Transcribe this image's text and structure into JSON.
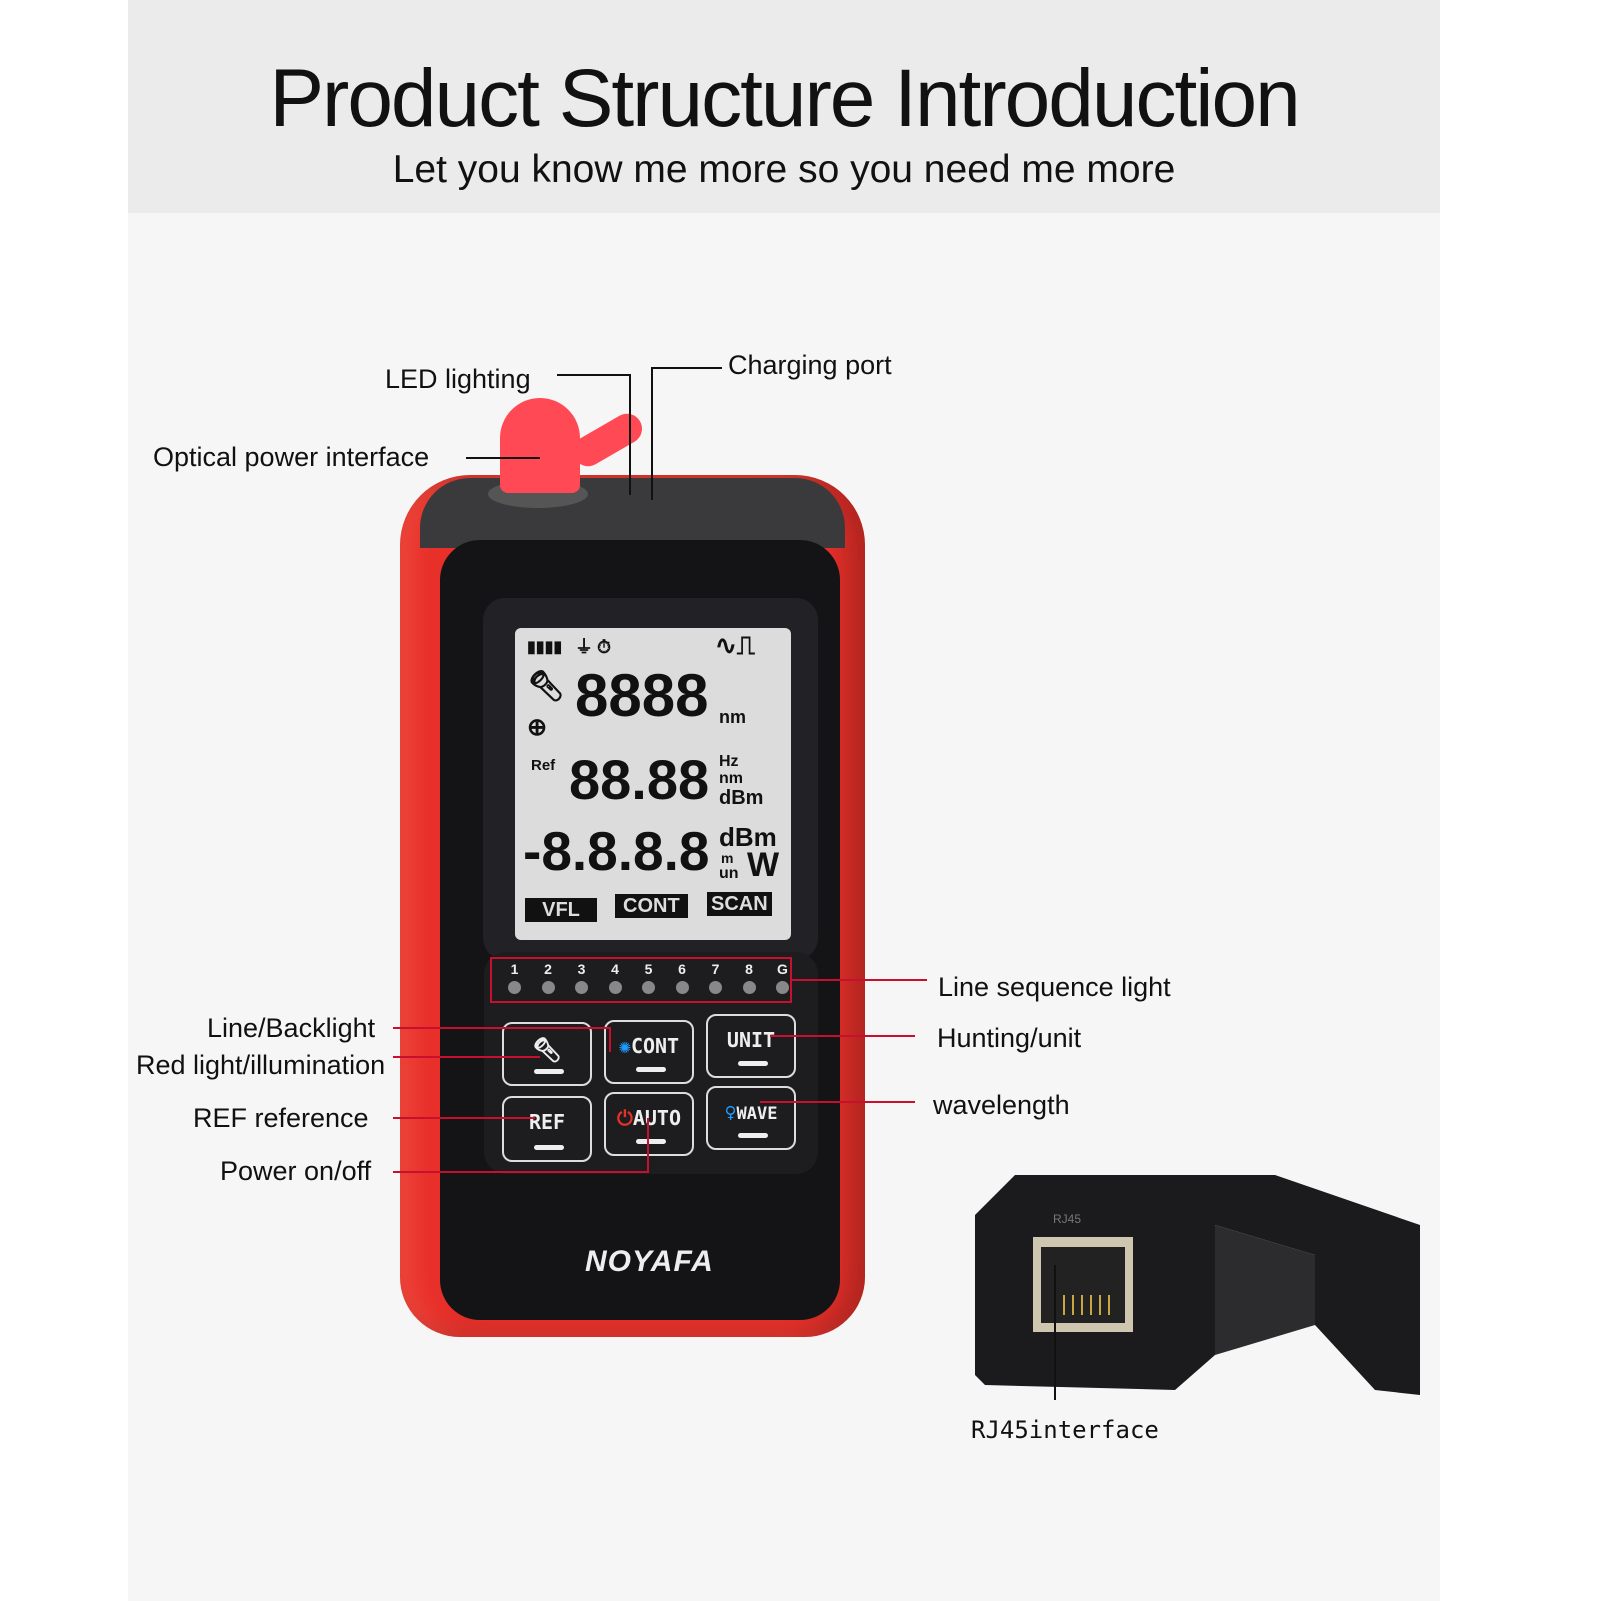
{
  "header": {
    "title": "Product Structure Introduction",
    "subtitle": "Let you know me more so you need me more"
  },
  "callouts": {
    "led_lighting": "LED lighting",
    "charging_port": "Charging port",
    "optical_power_interface": "Optical power interface",
    "line_sequence_light": "Line sequence light",
    "line_backlight": "Line/Backlight",
    "red_light": "Red light/illumination",
    "hunting_unit": "Hunting/unit",
    "ref_reference": "REF reference",
    "wavelength": "wavelength",
    "power": "Power on/off",
    "rj45": "RJ45interface"
  },
  "device": {
    "brand": "NOYAFA",
    "lcd": {
      "row1": "8888",
      "row1_unit": "nm",
      "ref": "Ref",
      "row2": "88.88",
      "row2_units": [
        "Hz",
        "nm",
        "dBm"
      ],
      "row3": "-8.8.8.8",
      "row3_units": [
        "dBm",
        "m",
        "un",
        "W"
      ],
      "modes": [
        "VFL",
        "CONT",
        "SCAN"
      ]
    },
    "leds": [
      "1",
      "2",
      "3",
      "4",
      "5",
      "6",
      "7",
      "8",
      "G"
    ],
    "buttons": [
      "",
      "CONT",
      "UNIT",
      "REF",
      "AUTO",
      "WAVE"
    ],
    "adapter_label": "RJ45"
  },
  "colors": {
    "body": "#e8302a",
    "callout_line": "#c8102e",
    "face": "#141416",
    "lcd": "#dcdcdc"
  }
}
